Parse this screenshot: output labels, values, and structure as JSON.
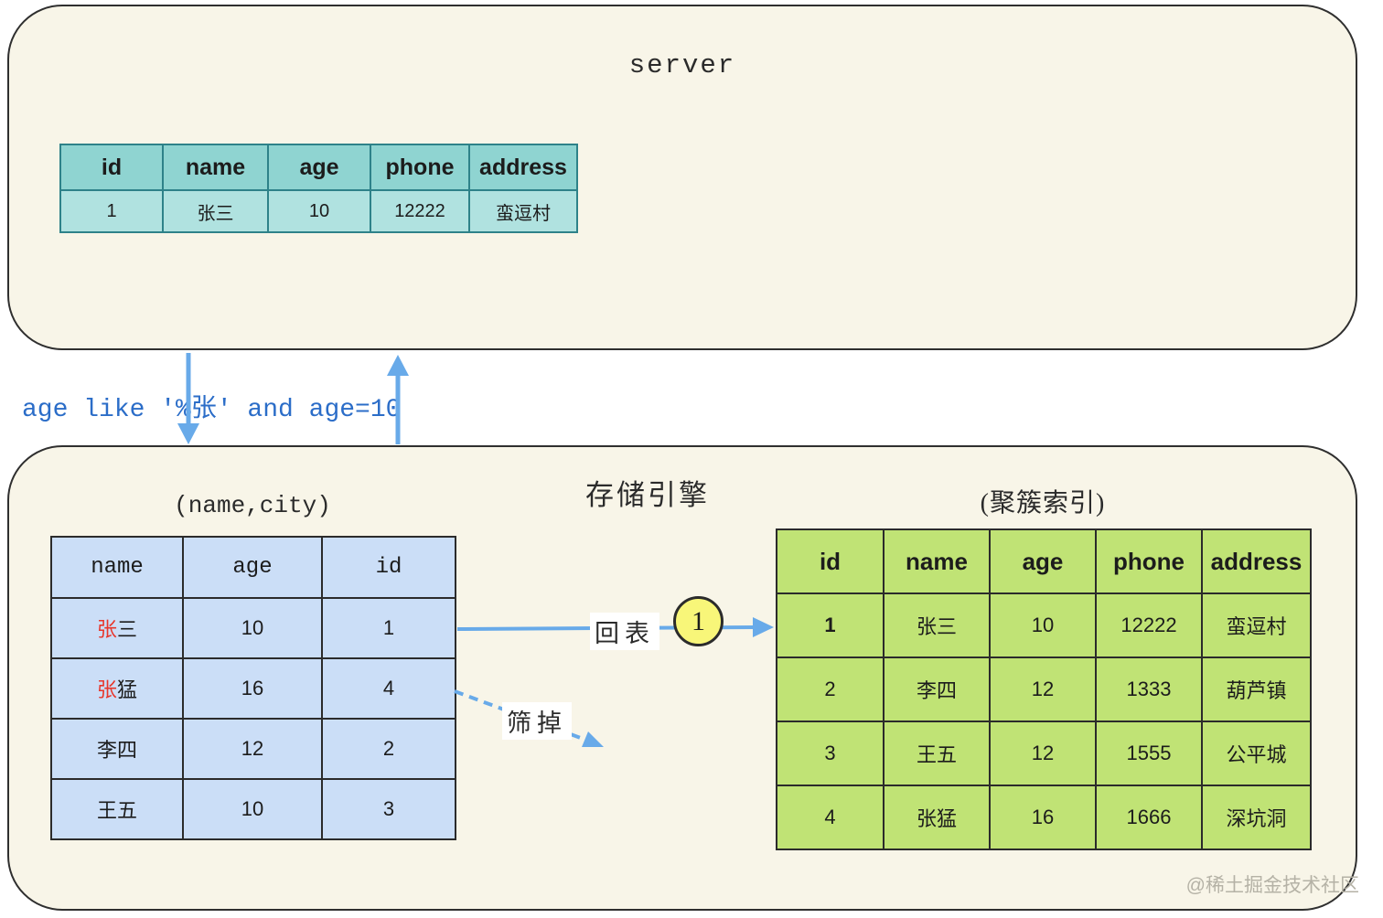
{
  "server_box": {
    "title": "server",
    "table": {
      "headers": [
        "id",
        "name",
        "age",
        "phone",
        "address"
      ],
      "row": [
        "1",
        "张三",
        "10",
        "12222",
        "蛮逗村"
      ]
    }
  },
  "query": {
    "text": "age like '%张' and age=10"
  },
  "engine": {
    "title": "存储引擎",
    "secondary": {
      "title": "(name,city)",
      "headers": [
        "name",
        "age",
        "id"
      ],
      "rows": [
        {
          "hl": "张",
          "rest": "三",
          "age": "10",
          "id": "1"
        },
        {
          "hl": "张",
          "rest": "猛",
          "age": "16",
          "id": "4"
        },
        {
          "hl": "",
          "rest": "李四",
          "age": "12",
          "id": "2"
        },
        {
          "hl": "",
          "rest": "王五",
          "age": "10",
          "id": "3"
        }
      ]
    },
    "clustered": {
      "title": "(聚簇索引)",
      "headers": [
        "id",
        "name",
        "age",
        "phone",
        "address"
      ],
      "rows": [
        [
          "1",
          "张三",
          "10",
          "12222",
          "蛮逗村"
        ],
        [
          "2",
          "李四",
          "12",
          "1333",
          "葫芦镇"
        ],
        [
          "3",
          "王五",
          "12",
          "1555",
          "公平城"
        ],
        [
          "4",
          "张猛",
          "16",
          "1666",
          "深坑洞"
        ]
      ]
    },
    "back_label": "回表",
    "badge": "1",
    "filter_label": "筛掉"
  },
  "watermark": {
    "text": "@稀土掘金技术社区"
  },
  "colors": {
    "box_fill": "#f8f5e8",
    "box_border": "#2f2f2f",
    "teal_header": "#8fd4d1",
    "teal_cell": "#b0e2e0",
    "teal_border": "#2e8289",
    "blue_cell": "#cbdef7",
    "green_cell": "#c0e375",
    "arrow_blue": "#68aae9",
    "query_blue": "#2b6dc8",
    "highlight_red": "#e8362b",
    "id_blue": "#3939d9",
    "badge_yellow": "#f8f679",
    "watermark_gray": "#b5b2a6"
  }
}
